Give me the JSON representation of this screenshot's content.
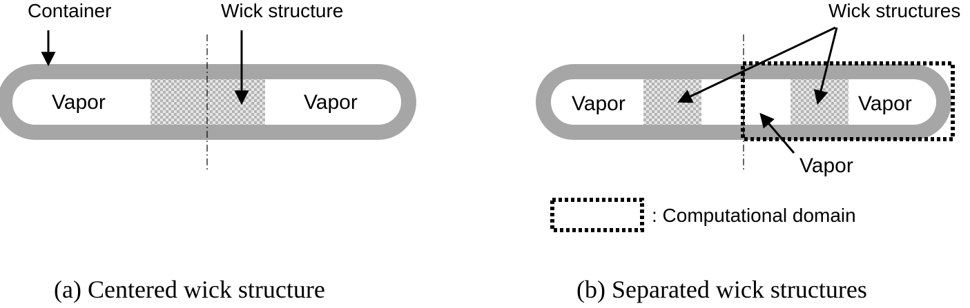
{
  "panel_a": {
    "labels": {
      "container": "Container",
      "wick": "Wick structure",
      "vapor_left": "Vapor",
      "vapor_right": "Vapor"
    },
    "caption": "(a) Centered wick structure"
  },
  "panel_b": {
    "labels": {
      "wick": "Wick structures",
      "vapor_left": "Vapor",
      "vapor_right": "Vapor",
      "vapor_center": "Vapor"
    },
    "legend": ": Computational domain",
    "caption": "(b) Separated wick structures"
  },
  "colors": {
    "container": "#a6a6a6",
    "wick_light": "#e6e6e6",
    "wick_dark": "#b4b4b4",
    "line": "#000000"
  }
}
